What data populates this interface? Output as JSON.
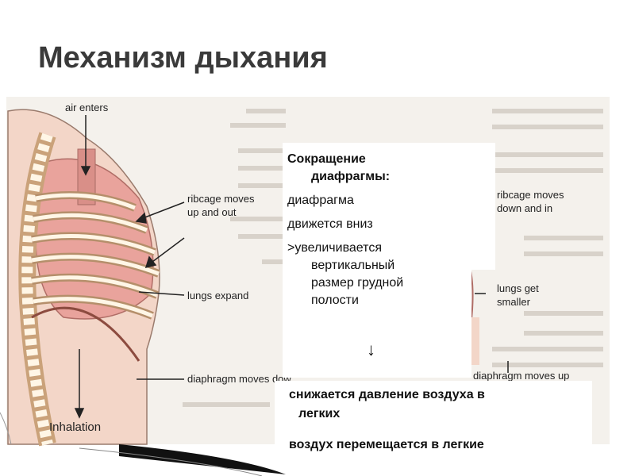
{
  "slide": {
    "title": "Механизм дыхания"
  },
  "figure": {
    "label_air_enters": "air enters",
    "label_ribcage_up": "ribcage moves",
    "label_ribcage_up2": "up and out",
    "label_lungs_expand": "lungs expand",
    "label_diaphragm_down": "diaphragm moves dow...",
    "label_inhalation": "Inhalation",
    "label_ribcage_down": "ribcage moves",
    "label_ribcage_down2": "down and in",
    "label_lungs_smaller": "lungs get",
    "label_lungs_smaller2": "smaller",
    "label_diaphragm_up": "diaphragm moves up"
  },
  "text": {
    "line1": "Сокращение",
    "line2": "диафрагмы:",
    "line3": "диафрагма",
    "line4": "движется вниз",
    "line5": ">увеличивается",
    "line6": "вертикальный",
    "line7": "размер грудной",
    "line8": "полости",
    "down_arrow": "↓",
    "bullet_glyph": "",
    "bullet1_a": "снижается давление воздуха в",
    "bullet1_b": "легких",
    "bullet2": "воздух перемещается в легкие"
  }
}
